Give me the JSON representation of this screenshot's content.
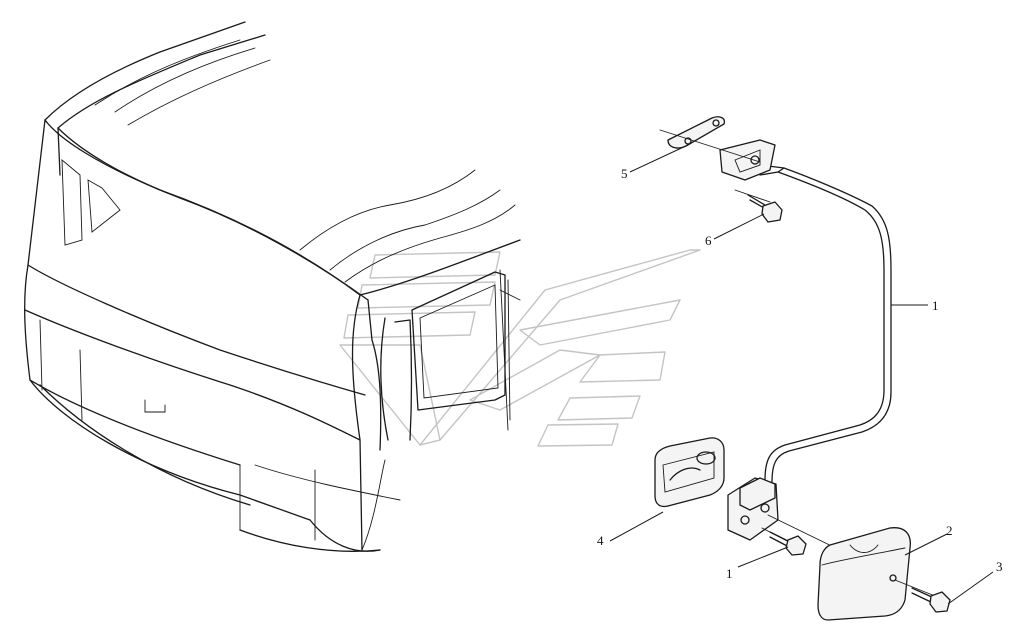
{
  "callouts": [
    {
      "id": "c1a",
      "text": "1"
    },
    {
      "id": "c2",
      "text": "2"
    },
    {
      "id": "c3",
      "text": "3"
    },
    {
      "id": "c4",
      "text": "4"
    },
    {
      "id": "c1b",
      "text": "1"
    },
    {
      "id": "c5",
      "text": "5"
    },
    {
      "id": "c6",
      "text": "6"
    }
  ],
  "colors": {
    "line": "#1a1a1a",
    "watermark": "#c4c4c4",
    "background": "#ffffff"
  }
}
